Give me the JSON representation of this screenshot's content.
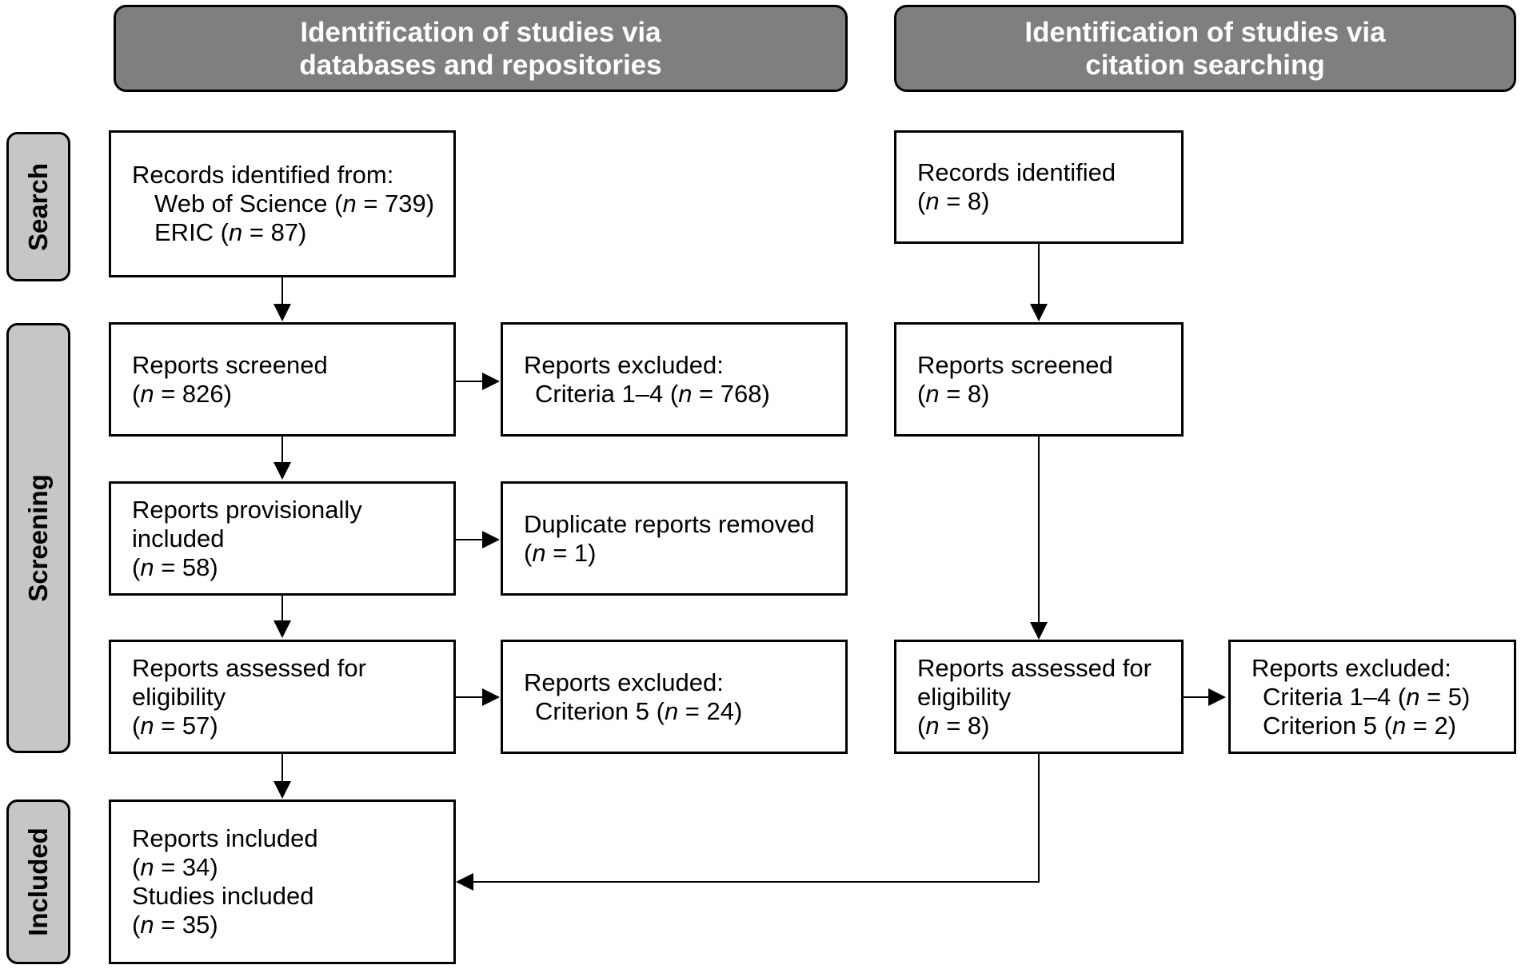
{
  "headers": {
    "databases": {
      "line1": "Identification of studies via",
      "line2": "databases and repositories"
    },
    "citation": {
      "line1": "Identification of studies via",
      "line2": "citation searching"
    }
  },
  "stages": {
    "search": "Search",
    "screening": "Screening",
    "included": "Included"
  },
  "n_symbol": "n",
  "db": {
    "records_identified": {
      "title": "Records identified from:",
      "sources": [
        {
          "name": "Web of Science (",
          "eq": " = 739)"
        },
        {
          "name": "ERIC (",
          "eq": " = 87)"
        }
      ]
    },
    "reports_screened": {
      "title": "Reports screened",
      "count": "(",
      "eq": " = 826)"
    },
    "reports_excluded_1": {
      "title": "Reports excluded:",
      "criteria": "Criteria 1–4 (",
      "eq": " = 768)"
    },
    "provisionally_included": {
      "line1": "Reports provisionally",
      "line2": "included",
      "count": "(",
      "eq": " = 58)"
    },
    "duplicates_removed": {
      "title": "Duplicate reports removed",
      "count": "(",
      "eq": " = 1)"
    },
    "assessed": {
      "line1": "Reports assessed for",
      "line2": "eligibility",
      "count": "(",
      "eq": " = 57)"
    },
    "reports_excluded_2": {
      "title": "Reports excluded:",
      "criteria": "Criterion 5 (",
      "eq": " = 24)"
    },
    "included": {
      "reports_title": "Reports included",
      "reports_count": "(",
      "reports_eq": " = 34)",
      "studies_title": "Studies included",
      "studies_count": "(",
      "studies_eq": " = 35)"
    }
  },
  "cit": {
    "records_identified": {
      "title": "Records identified",
      "count": "(",
      "eq": " = 8)"
    },
    "reports_screened": {
      "title": "Reports screened",
      "count": "(",
      "eq": " = 8)"
    },
    "assessed": {
      "line1": "Reports assessed for",
      "line2": "eligibility",
      "count": "(",
      "eq": " = 8)"
    },
    "reports_excluded": {
      "title": "Reports excluded:",
      "criteria1": "Criteria 1–4 (",
      "eq1": " = 5)",
      "criteria2": "Criterion 5 (",
      "eq2": " = 2)"
    }
  },
  "colors": {
    "header_fill": "#7f7f7f",
    "stage_fill": "#c6c6c6",
    "line": "#000000"
  }
}
